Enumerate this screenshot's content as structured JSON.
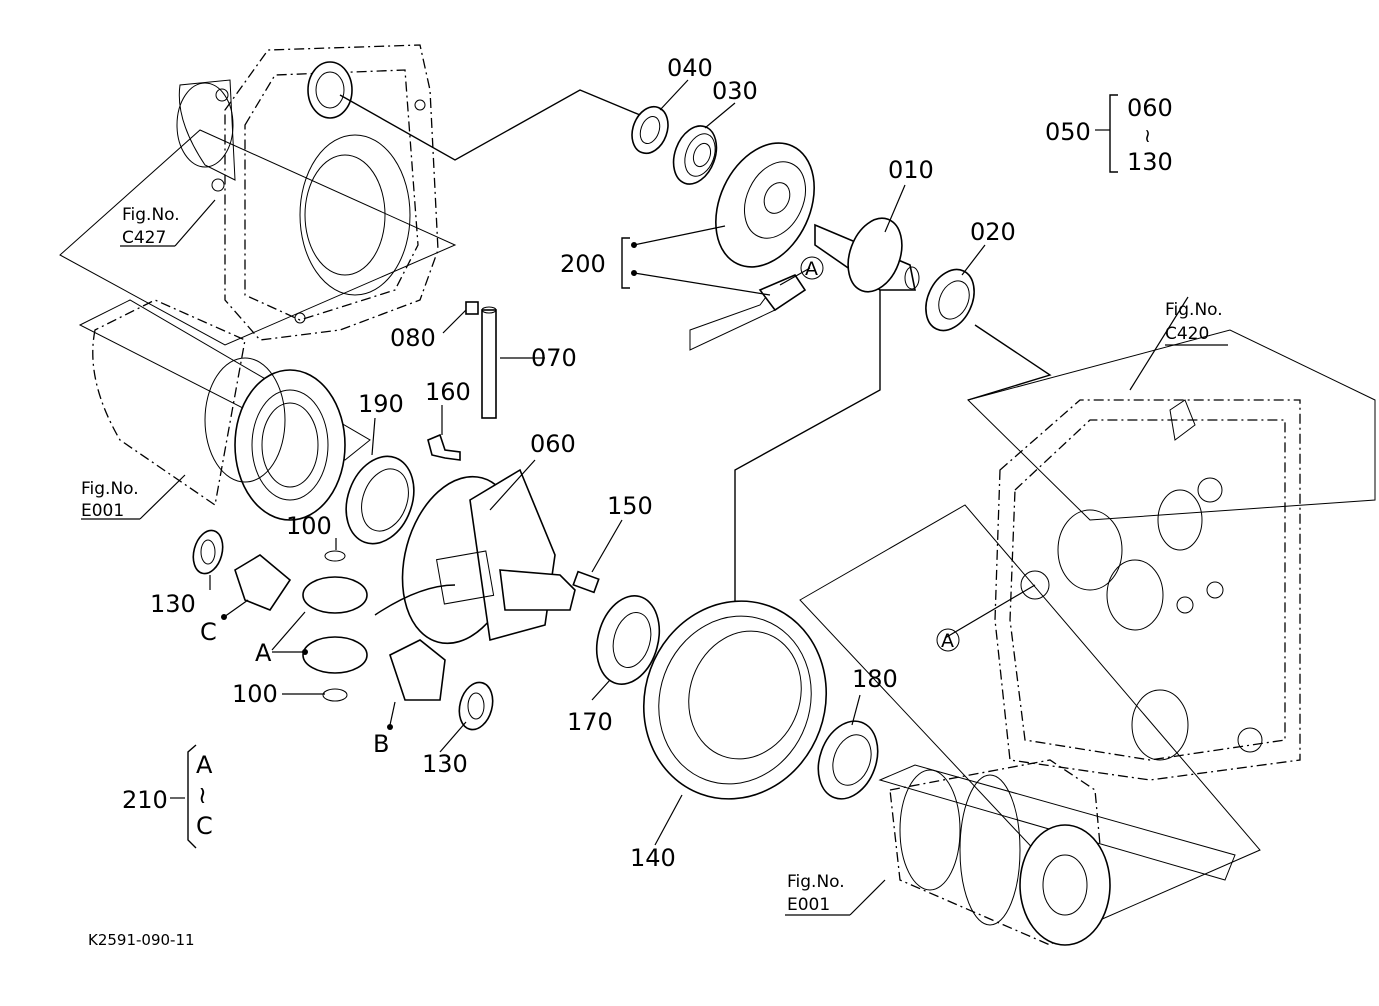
{
  "part_labels": {
    "p010": "010",
    "p020": "020",
    "p030": "030",
    "p040": "040",
    "p050": "050",
    "p060_top": "060",
    "p130_top": "130",
    "p200": "200",
    "p080": "080",
    "p070": "070",
    "p160": "160",
    "p190": "190",
    "p060": "060",
    "p150": "150",
    "p100_upper": "100",
    "p100_lower": "100",
    "p130_left": "130",
    "p130_lower": "130",
    "p170": "170",
    "p180": "180",
    "p140": "140",
    "p210": "210"
  },
  "callouts": {
    "a_top": "A",
    "a_right": "A",
    "a_left": "A",
    "b": "B",
    "c": "C",
    "range_a": "A",
    "range_c": "C",
    "tilde": "≀",
    "tilde_small": "≀"
  },
  "fig_refs": {
    "c427": {
      "title": "Fig.No.",
      "code": "C427"
    },
    "c420": {
      "title": "Fig.No.",
      "code": "C420"
    },
    "e001_left": {
      "title": "Fig.No.",
      "code": "E001"
    },
    "e001_right": {
      "title": "Fig.No.",
      "code": "E001"
    }
  },
  "diagram_code": "K2591-090-11"
}
